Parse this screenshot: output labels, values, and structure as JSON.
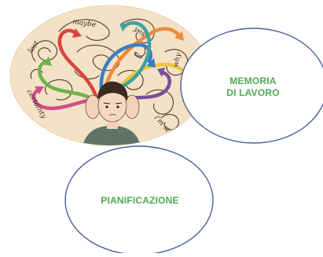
{
  "illustration": {
    "words": {
      "lost": "lost",
      "maybe": "maybe",
      "yes": "yes",
      "no": "no",
      "why": "why",
      "certainty": "certainty",
      "im_stuck": "i'm stuck"
    },
    "colors": {
      "background": "#f4e2c6",
      "ellipse_border": "#e9d2ae",
      "scribble": "#4b3b33",
      "arrow_red": "#d8453c",
      "arrow_orange": "#ee8a3c",
      "arrow_yellow": "#f0c43e",
      "arrow_green": "#6fb24a",
      "arrow_blue": "#3b7cc4",
      "arrow_purple": "#7b4e9a",
      "arrow_pink": "#d24d8a"
    }
  },
  "bubbles": {
    "memoria": {
      "line1": "MEMORIA",
      "line2": "DI LAVORO"
    },
    "pianificazione": {
      "label": "PIANIFICAZIONE"
    },
    "border_color": "#4a5f99",
    "label_color": "#4eaa52"
  }
}
